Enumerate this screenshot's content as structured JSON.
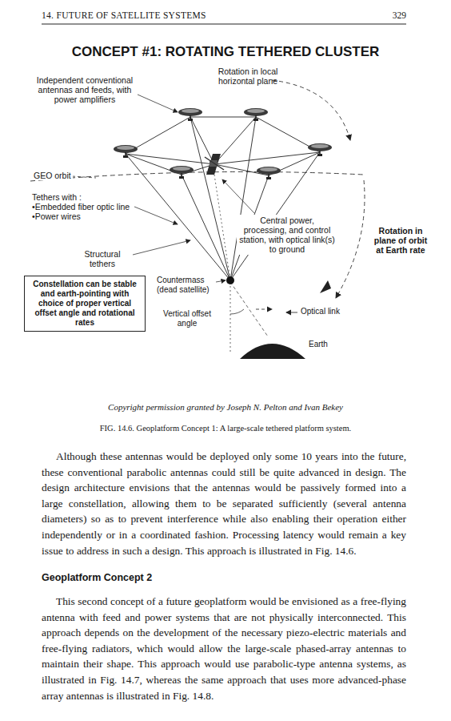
{
  "diagram": {
    "title": "CONCEPT #1: ROTATING TETHERED CLUSTER",
    "caption": "FIG. 14.6. Geoplatform Concept 1: A large-scale tethered platform system.",
    "nodes": [
      {
        "text": [
          "Constellation can be stable and earth-pointing with choice of proper vertical offset angle and rotational rates"
        ]
      }
    ],
    "labels": [
      "14. FUTURE OF SATELLITE SYSTEMS",
      "329",
      "Independent conventional antennas and feeds, with power amplifiers",
      "Rotation in local horizontal plane",
      "GEO orbit",
      "Tethers with :",
      "•Embedded fiber optic line",
      "•Power wires",
      "Structural tethers",
      "Central power, processing, and control station, with optical link(s) to ground",
      "Rotation in plane of orbit at Earth rate",
      "Countermass (dead satellite)",
      "Vertical offset angle",
      "Optical link",
      "Earth",
      "Copyright permission granted by Joseph N. Pelton and Ivan Bekey",
      "Although these antennas would be deployed only some 10 years into the future, these conventional parabolic antennas could still be quite advanced in design. The design architecture envisions that the antennas would be passively formed into a large constellation, allowing them to be separated sufficiently (several antenna diameters) so as to prevent interference while also enabling their operation either independently or in a coordinated fashion. Processing latency would remain a key issue to address in such a design. This approach is illustrated in Fig. 14.6.",
      "Geoplatform Concept 2",
      "This second concept of a future geoplatform would be envisioned as a free-flying antenna with feed and power systems that are not physically interconnected. This approach depends on the development of the necessary piezo-electric materials and free-flying radiators, which would allow the large-scale phased-array antennas to maintain their shape. This approach would use parabolic-type antenna systems, as illustrated in Fig. 14.7, whereas the same approach that uses more advanced-phase array antennas is illustrated in Fig. 14.8."
    ]
  }
}
